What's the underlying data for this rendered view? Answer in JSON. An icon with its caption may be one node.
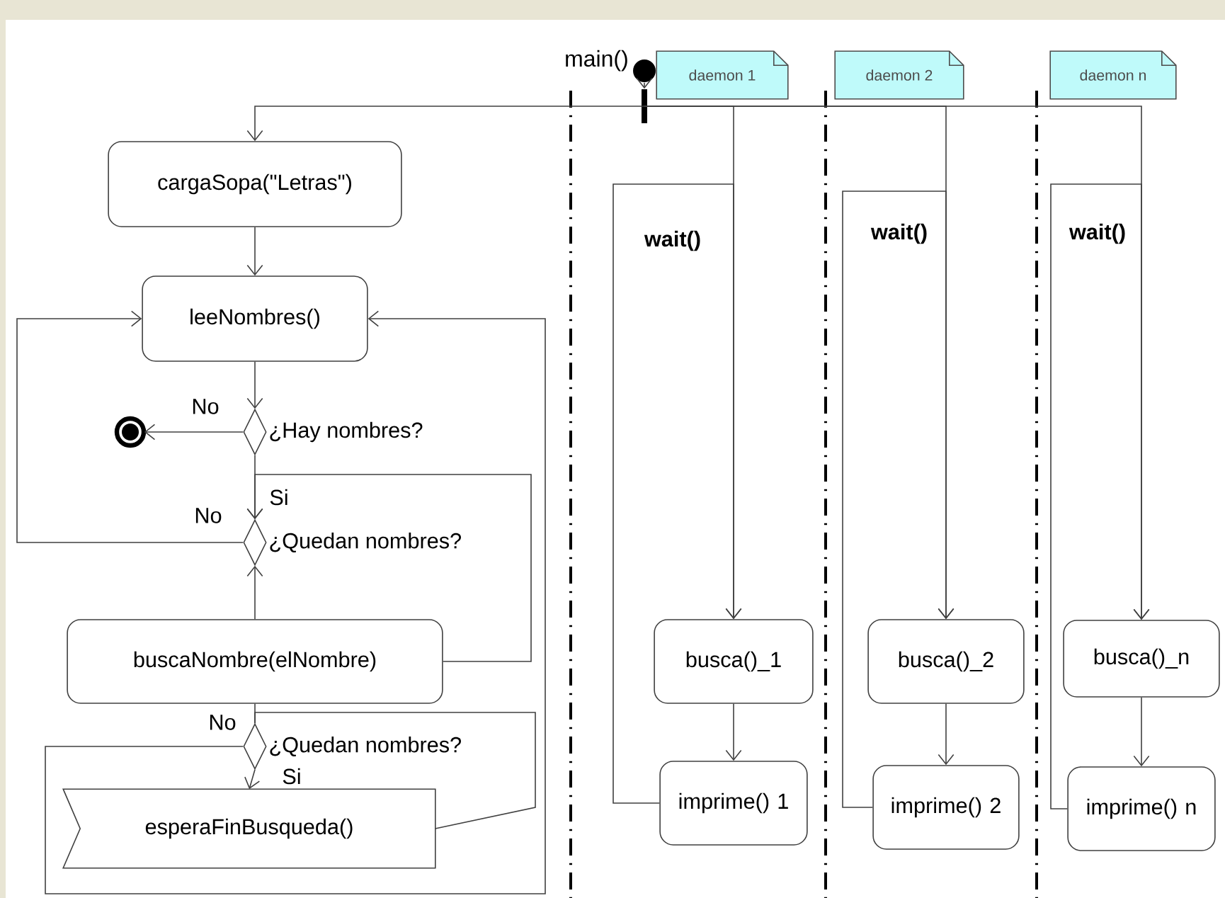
{
  "diagram": {
    "nodes": [
      {
        "text": [],
        "shape": "circle",
        "beside": [
          "main()"
        ]
      },
      {
        "text": [],
        "shape": "bar"
      },
      {
        "text": [
          "cargaSopa(\"Letras\")"
        ]
      },
      {
        "text": [
          "leeNombres()"
        ]
      },
      {
        "text": [
          "¿Hay nombres?"
        ]
      },
      {
        "text": [],
        "shape": "circle"
      },
      {
        "text": [
          "¿Quedan nombres?"
        ]
      },
      {
        "text": [
          "buscaNombre(elNombre)"
        ]
      },
      {
        "text": [
          "¿Quedan nombres?"
        ]
      },
      {
        "text": [
          "esperaFinBusqueda()"
        ]
      },
      {
        "text": [
          "busca()_1"
        ]
      },
      {
        "text": [
          "imprime() 1"
        ]
      },
      {
        "text": [
          "busca()_2"
        ]
      },
      {
        "text": [
          "imprime() 2"
        ]
      },
      {
        "text": [
          "busca()_n"
        ]
      },
      {
        "text": [
          "imprime() n"
        ]
      },
      {
        "text": [
          "daemon 1"
        ]
      },
      {
        "text": [
          "daemon 2"
        ]
      },
      {
        "text": [
          "daemon n"
        ]
      }
    ],
    "edges": [
      {
        "from": 0,
        "to": 1,
        "arrow": "to"
      },
      {
        "from": 1,
        "to": 2,
        "arrow": "to"
      },
      {
        "from": 1,
        "to": 10,
        "arrow": "to"
      },
      {
        "from": 1,
        "to": 12,
        "arrow": "to"
      },
      {
        "from": 1,
        "to": 14,
        "arrow": "to"
      },
      {
        "from": 2,
        "to": 3,
        "arrow": "to"
      },
      {
        "from": 3,
        "to": 4,
        "arrow": "to"
      },
      {
        "from": 4,
        "to": 5,
        "arrow": "to",
        "label": "No"
      },
      {
        "from": 4,
        "to": 6,
        "arrow": "to",
        "label": "Si"
      },
      {
        "from": 7,
        "to": 6,
        "arrow": "to"
      },
      {
        "from": 6,
        "to": 3,
        "arrow": "to",
        "label": "No"
      },
      {
        "from": 7,
        "to": 6,
        "arrow": "to"
      },
      {
        "from": 7,
        "to": 8,
        "arrow": "none"
      },
      {
        "from": 8,
        "to": 9,
        "arrow": "to",
        "label": "Si"
      },
      {
        "from": 8,
        "to": 3,
        "arrow": "to",
        "label": "No"
      },
      {
        "from": 9,
        "to": 8,
        "arrow": "none"
      },
      {
        "from": 10,
        "to": 11,
        "arrow": "to"
      },
      {
        "from": 12,
        "to": 13,
        "arrow": "to"
      },
      {
        "from": 14,
        "to": 15,
        "arrow": "to"
      },
      {
        "from": 11,
        "to": 10,
        "arrow": "to",
        "label": "wait()"
      },
      {
        "from": 13,
        "to": 12,
        "arrow": "to",
        "label": "wait()"
      },
      {
        "from": 15,
        "to": 14,
        "arrow": "to",
        "label": "wait()"
      }
    ]
  }
}
